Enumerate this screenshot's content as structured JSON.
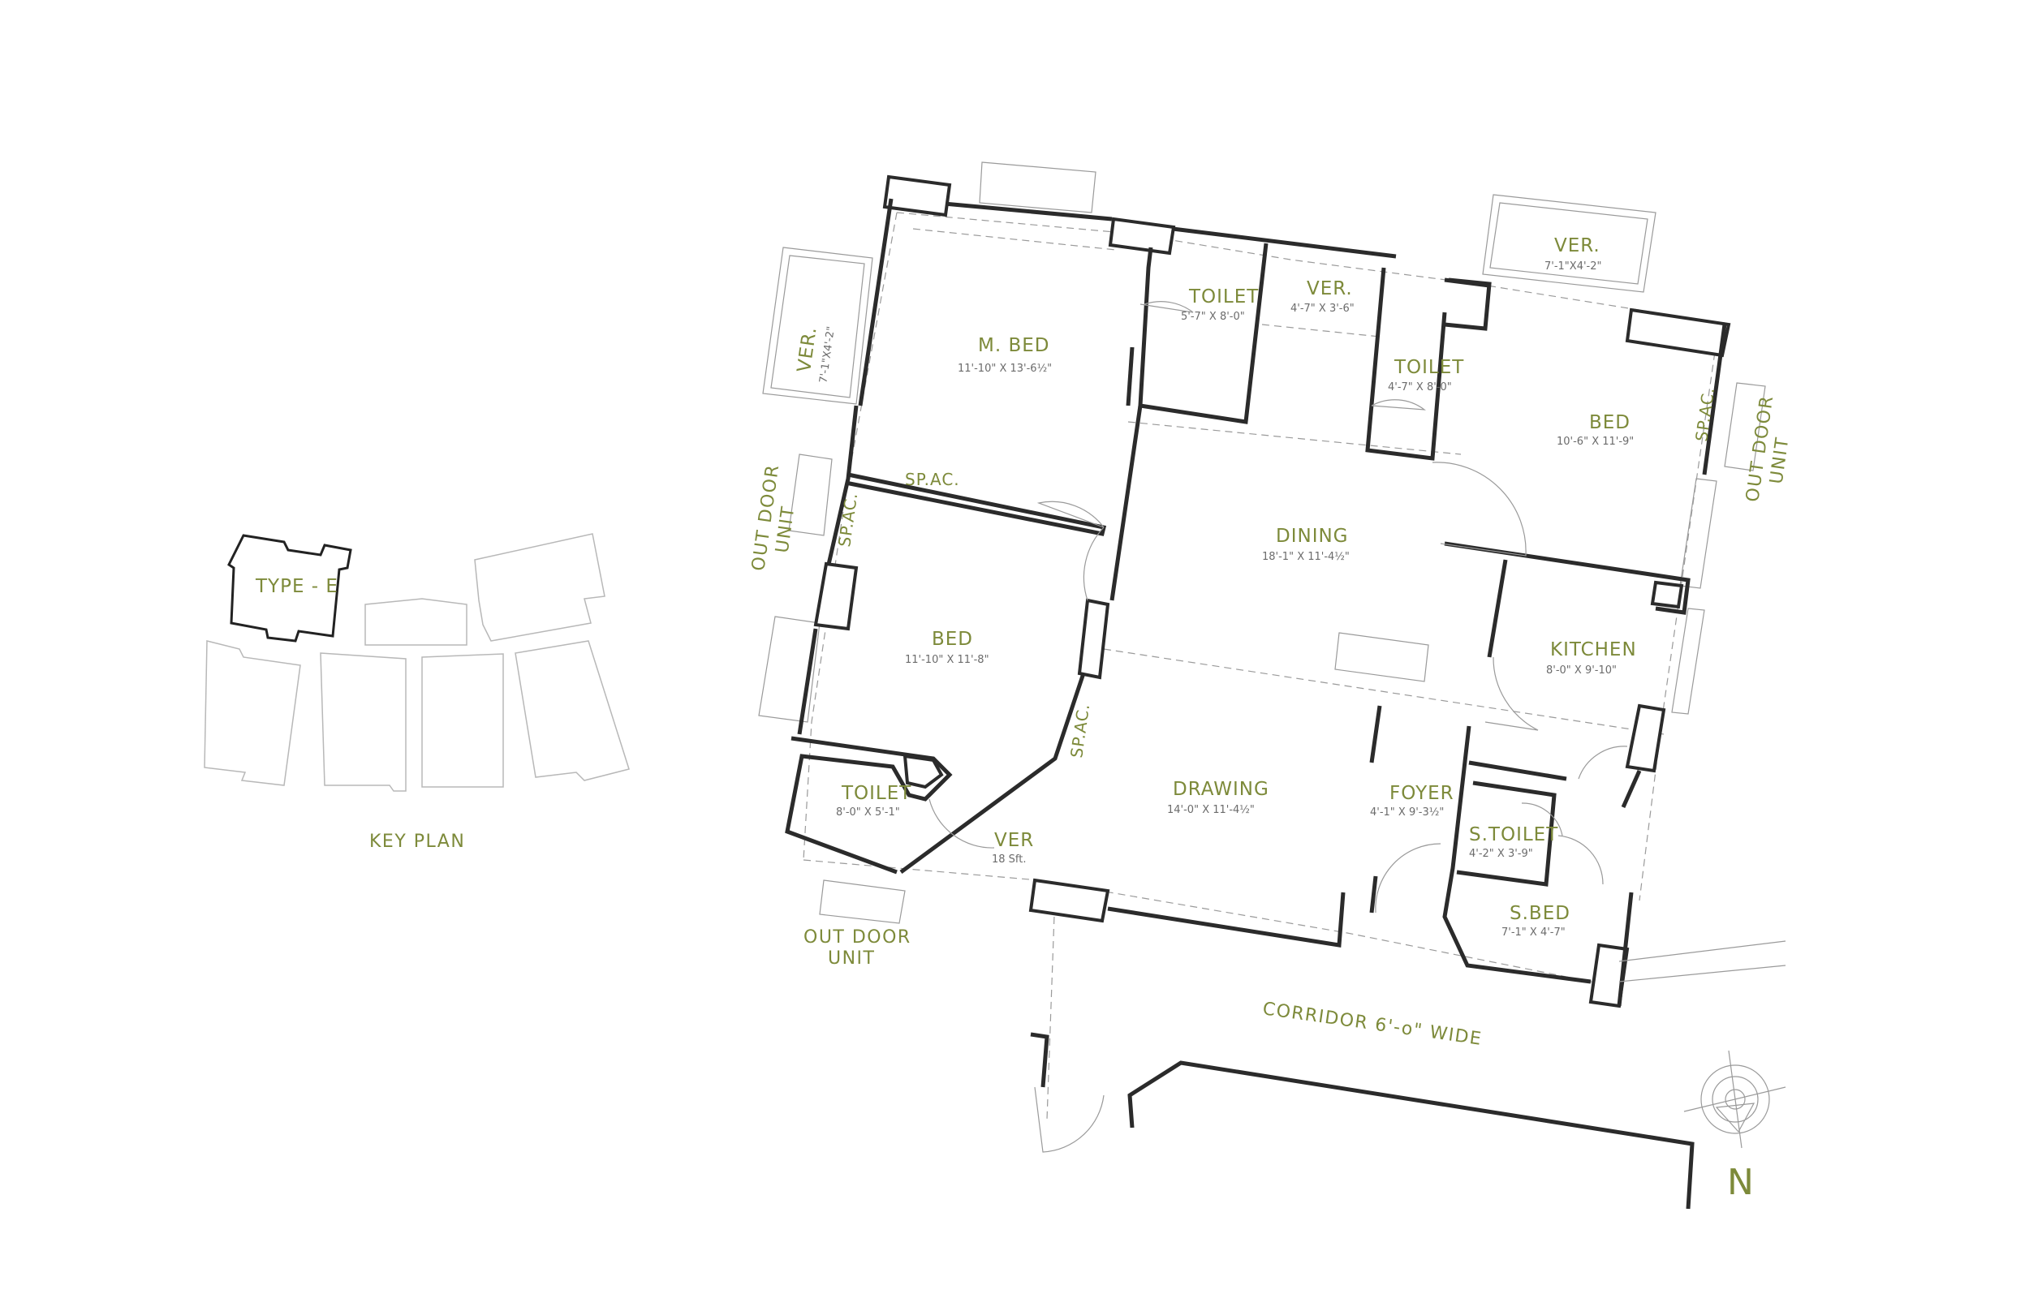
{
  "key_plan": {
    "type_label": "TYPE - E",
    "title": "KEY PLAN"
  },
  "rooms": {
    "m_bed": {
      "name": "M. BED",
      "dim": "11'-10\" X 13'-6½\""
    },
    "toilet_1": {
      "name": "TOILET",
      "dim": "5'-7\" X 8'-0\""
    },
    "ver_1": {
      "name": "VER.",
      "dim": "4'-7\" X 3'-6\""
    },
    "toilet_2": {
      "name": "TOILET",
      "dim": "4'-7\" X 8'-0\""
    },
    "ver_top": {
      "name": "VER.",
      "dim": "7'-1\"X4'-2\""
    },
    "bed_right": {
      "name": "BED",
      "dim": "10'-6\" X 11'-9\""
    },
    "ver_left": {
      "name": "VER.",
      "dim": "7'-1\"X4'-2\""
    },
    "dining": {
      "name": "DINING",
      "dim": "18'-1\" X 11'-4½\""
    },
    "bed_left": {
      "name": "BED",
      "dim": "11'-10\" X 11'-8\""
    },
    "kitchen": {
      "name": "KITCHEN",
      "dim": "8'-0\" X 9'-10\""
    },
    "toilet_3": {
      "name": "TOILET",
      "dim": "8'-0\" X 5'-1\""
    },
    "ver_small": {
      "name": "VER",
      "dim": "18 Sft."
    },
    "drawing": {
      "name": "DRAWING",
      "dim": "14'-0\" X 11'-4½\""
    },
    "foyer": {
      "name": "FOYER",
      "dim": "4'-1\" X 9'-3½\""
    },
    "s_toilet": {
      "name": "S.TOILET",
      "dim": "4'-2\" X 3'-9\""
    },
    "s_bed": {
      "name": "S.BED",
      "dim": "7'-1\" X 4'-7\""
    }
  },
  "labels": {
    "sp_ac": "SP.AC.",
    "out_door": "OUT DOOR",
    "unit": "UNIT",
    "corridor": "CORRIDOR 6'-o\" WIDE",
    "north": "N"
  },
  "colors": {
    "label": "#7d8a3a",
    "wall": "#2b2b2b",
    "thin_line": "#9a9a9a"
  }
}
